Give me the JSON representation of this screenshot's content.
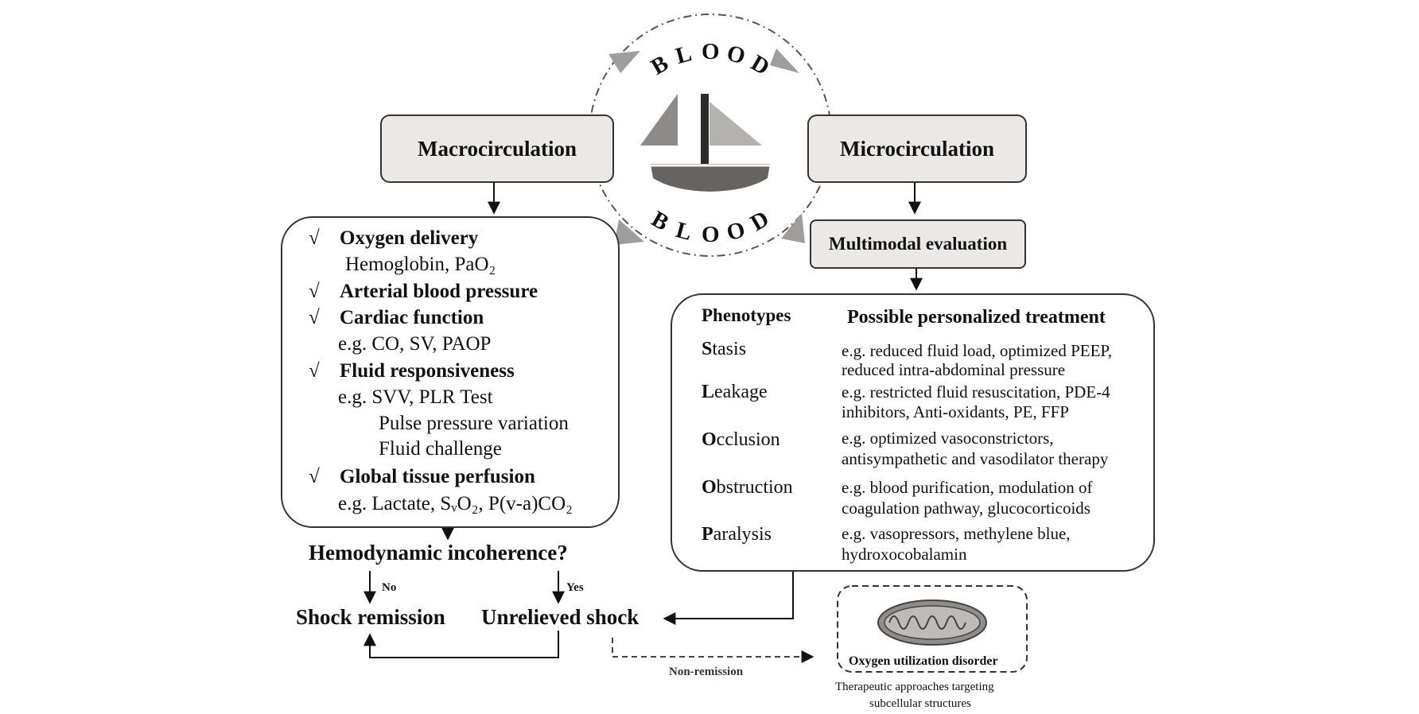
{
  "blood_top": "BLOOD",
  "blood_bottom": "BLOOD",
  "macro": {
    "title": "Macrocirculation",
    "items": [
      {
        "check": "√",
        "heading": "Oxygen delivery",
        "details": [
          "Hemoglobin, PaO₂"
        ]
      },
      {
        "check": "√",
        "heading": "Arterial blood pressure",
        "details": []
      },
      {
        "check": "√",
        "heading": "Cardiac function",
        "details": [
          "e.g. CO, SV, PAOP"
        ]
      },
      {
        "check": "√",
        "heading": "Fluid responsiveness",
        "details": [
          "e.g. SVV, PLR Test",
          "Pulse pressure variation",
          "Fluid challenge"
        ]
      },
      {
        "check": "√",
        "heading": "Global tissue perfusion",
        "details": [
          "e.g. Lactate, SᵥO₂,  P(v-a)CO₂"
        ]
      }
    ]
  },
  "micro": {
    "title": "Microcirculation",
    "evaluation": "Multimodal evaluation",
    "col_phenotypes": "Phenotypes",
    "col_treatment": "Possible personalized treatment",
    "phenotypes": [
      {
        "initial": "S",
        "rest": "tasis",
        "treatment": [
          "e.g. reduced fluid load, optimized PEEP,",
          "reduced intra-abdominal pressure"
        ]
      },
      {
        "initial": "L",
        "rest": "eakage",
        "treatment": [
          "e.g. restricted fluid resuscitation, PDE-4",
          "inhibitors, Anti-oxidants, PE, FFP"
        ]
      },
      {
        "initial": "O",
        "rest": "cclusion",
        "treatment": [
          "e.g. optimized vasoconstrictors,",
          "antisympathetic and vasodilator therapy"
        ]
      },
      {
        "initial": "O",
        "rest": "bstruction",
        "treatment": [
          "e.g. blood purification, modulation of",
          "coagulation pathway, glucocorticoids"
        ]
      },
      {
        "initial": "P",
        "rest": "aralysis",
        "treatment": [
          "e.g. vasopressors, methylene blue,",
          "hydroxocobalamin"
        ]
      }
    ]
  },
  "flow": {
    "question": "Hemodynamic incoherence?",
    "no": "No",
    "yes": "Yes",
    "remission": "Shock remission",
    "unrelieved": "Unrelieved shock",
    "non_remission": "Non-remission"
  },
  "mito": {
    "label": "Oxygen utilization disorder",
    "caption": [
      "Therapeutic approaches targeting",
      "subcellular structures"
    ]
  },
  "colors": {
    "header_fill": "#ebe8e6",
    "sail_dark": "#8d8b8a",
    "sail_light": "#b4b2b1",
    "hull": "#666462"
  }
}
